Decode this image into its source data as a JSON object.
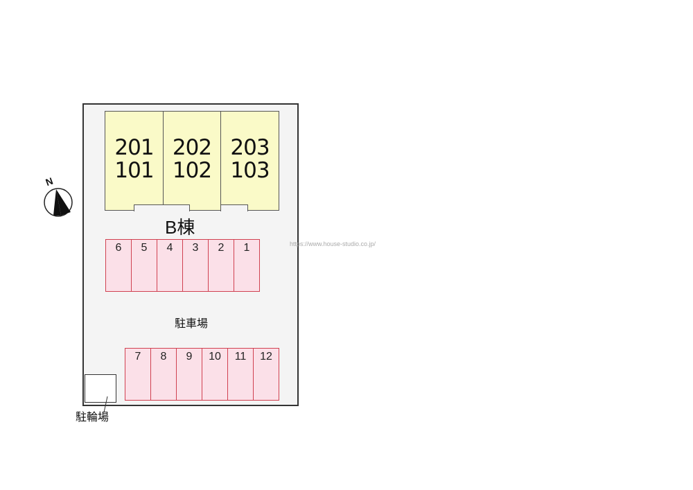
{
  "building": {
    "label": "B棟",
    "units": [
      {
        "upper": "201",
        "lower": "101"
      },
      {
        "upper": "202",
        "lower": "102"
      },
      {
        "upper": "203",
        "lower": "103"
      }
    ]
  },
  "parking": {
    "label": "駐車場",
    "row1": [
      "6",
      "5",
      "4",
      "3",
      "2",
      "1"
    ],
    "row2": [
      "7",
      "8",
      "9",
      "10",
      "11",
      "12"
    ]
  },
  "bicycle": {
    "label": "駐輪場"
  },
  "compass": {
    "label": "N"
  },
  "watermark": "https://www.house-studio.co.jp/",
  "colors": {
    "unit": "#fafac8",
    "parking_fill": "#fbe0e8",
    "parking_border": "#d04050",
    "ground": "#f4f4f4"
  }
}
